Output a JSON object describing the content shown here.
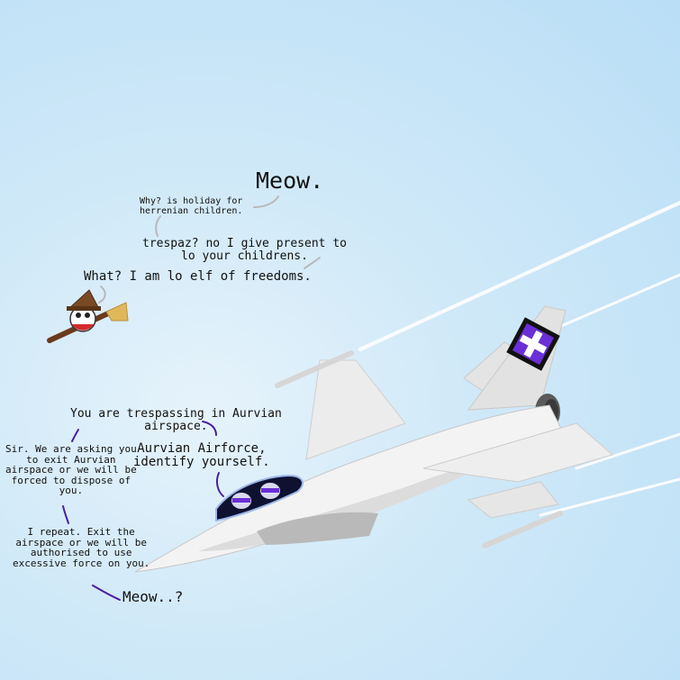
{
  "dialogue": {
    "meow": "Meow.",
    "holiday": "Why? is holiday for\nherrenian children.",
    "trespaz": "trespaz? no I give  present to\nlo your childrens.",
    "elf": "What? I am lo elf of freedoms.",
    "trespassing": "You are trespassing in Aurvian\nairspace.",
    "asking": "Sir. We are asking you\nto exit Aurvian\nairspace or we will be\nforced to dispose of\nyou.",
    "identify": "Aurvian Airforce,\nidentify yourself.",
    "repeat": "I repeat. Exit the\nairspace or we will be\nauthorised to use\nexcessive force on you.",
    "meow2": "Meow..?"
  },
  "colors": {
    "pilot_line": "#4b1ea0",
    "witch_line": "#b9b9b9",
    "tail_emblem": "#6a2fd6"
  },
  "characters": {
    "witch": "witch-countryball-on-broom",
    "jet": "grey-fighter-jet"
  }
}
